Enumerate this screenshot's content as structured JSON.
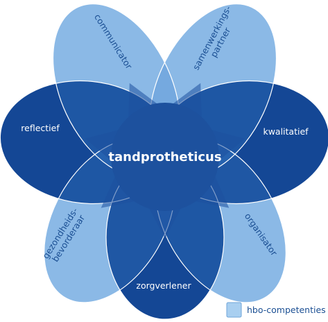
{
  "diagram": {
    "center": {
      "label": "tandprotheticus"
    },
    "roles": [
      {
        "id": "communicator",
        "lines": [
          "communicator"
        ],
        "kind": "hbo"
      },
      {
        "id": "samenwerkingspartner",
        "lines": [
          "samenwerkings-",
          "partner"
        ],
        "kind": "hbo"
      },
      {
        "id": "kwalitatief",
        "lines": [
          "kwalitatief"
        ],
        "kind": "core"
      },
      {
        "id": "organisator",
        "lines": [
          "organisator"
        ],
        "kind": "hbo"
      },
      {
        "id": "zorgverlener",
        "lines": [
          "zorgverlener"
        ],
        "kind": "core"
      },
      {
        "id": "gezondheidsbevorderaar",
        "lines": [
          "gezondheids-",
          "bevorderaar"
        ],
        "kind": "hbo"
      },
      {
        "id": "reflectief",
        "lines": [
          "reflectief"
        ],
        "kind": "core"
      }
    ],
    "legend": {
      "label": "hbo-competenties"
    },
    "colors": {
      "hbo_fill": "#a9cff0",
      "core_fill": "#0f3f8e",
      "stroke": "#ffffff",
      "overlap_mid": "#3c82cc",
      "center_fill": "#1d519e",
      "text_on_dark": "#ffffff",
      "text_on_light": "#1b4f93"
    }
  }
}
